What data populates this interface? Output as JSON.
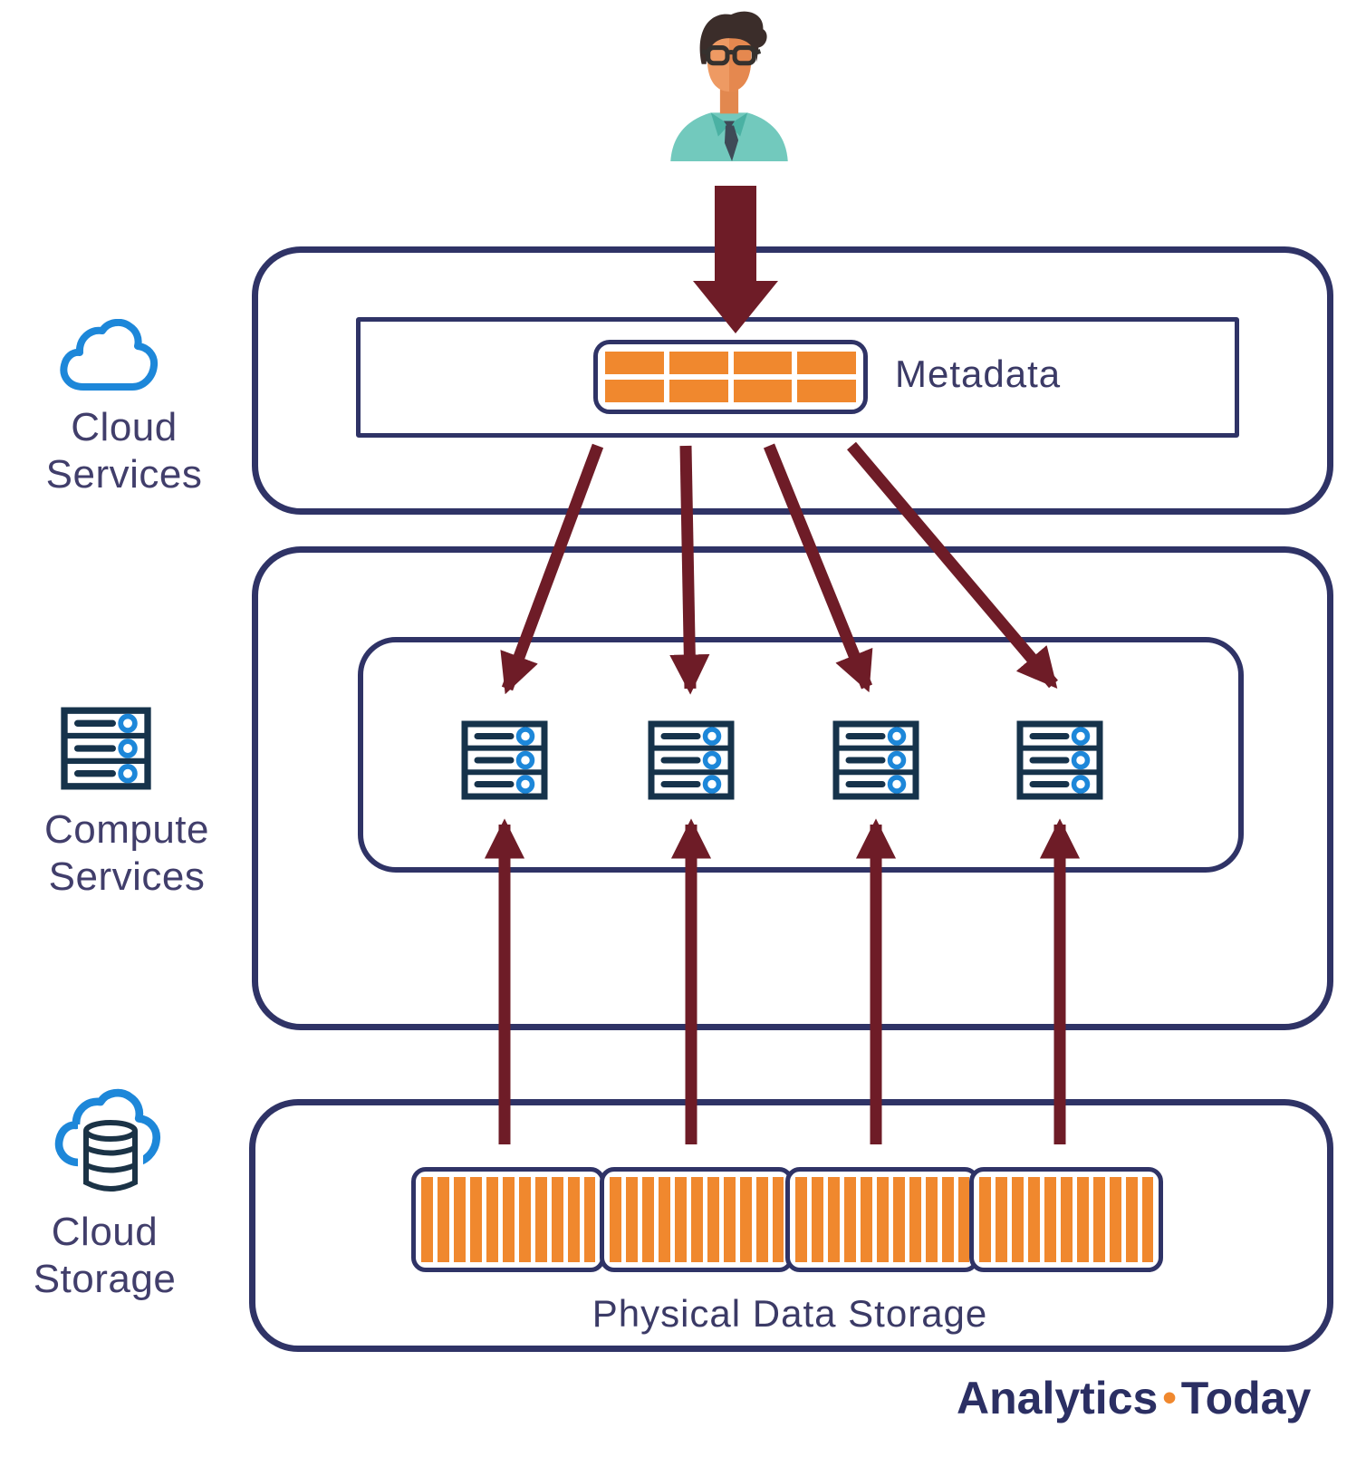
{
  "diagram": {
    "title_implied": "Cloud data-platform architecture",
    "actor": {
      "icon": "user-avatar-icon"
    },
    "layers": [
      {
        "id": "cloud_services",
        "rail_icon": "cloud-icon",
        "label_line1": "Cloud",
        "label_line2": "Services",
        "metadata": {
          "label": "Metadata",
          "grid_columns": 4,
          "grid_rows": 2
        }
      },
      {
        "id": "compute_services",
        "rail_icon": "server-rack-icon",
        "label_line1": "Compute",
        "label_line2": "Services",
        "server_count": 4
      },
      {
        "id": "cloud_storage",
        "rail_icon": "cloud-database-icon",
        "label_line1": "Cloud",
        "label_line2": "Storage",
        "caption": "Physical Data Storage",
        "storage_box_count": 4
      }
    ],
    "arrows": {
      "user_to_metadata": 1,
      "metadata_to_servers": 4,
      "storage_to_servers": 4,
      "color": "#6e1c27"
    },
    "colors": {
      "layer_border_navy": "#2f3366",
      "text_navy": "#413e6b",
      "orange": "#f0882e",
      "arrow_maroon": "#6e1c27",
      "icon_blue": "#1d87d9",
      "server_outline_dark": "#16334b",
      "logo_navy": "#2b2f63"
    }
  },
  "logo": {
    "part1": "Analytics",
    "separator": "•",
    "part2": "Today"
  }
}
